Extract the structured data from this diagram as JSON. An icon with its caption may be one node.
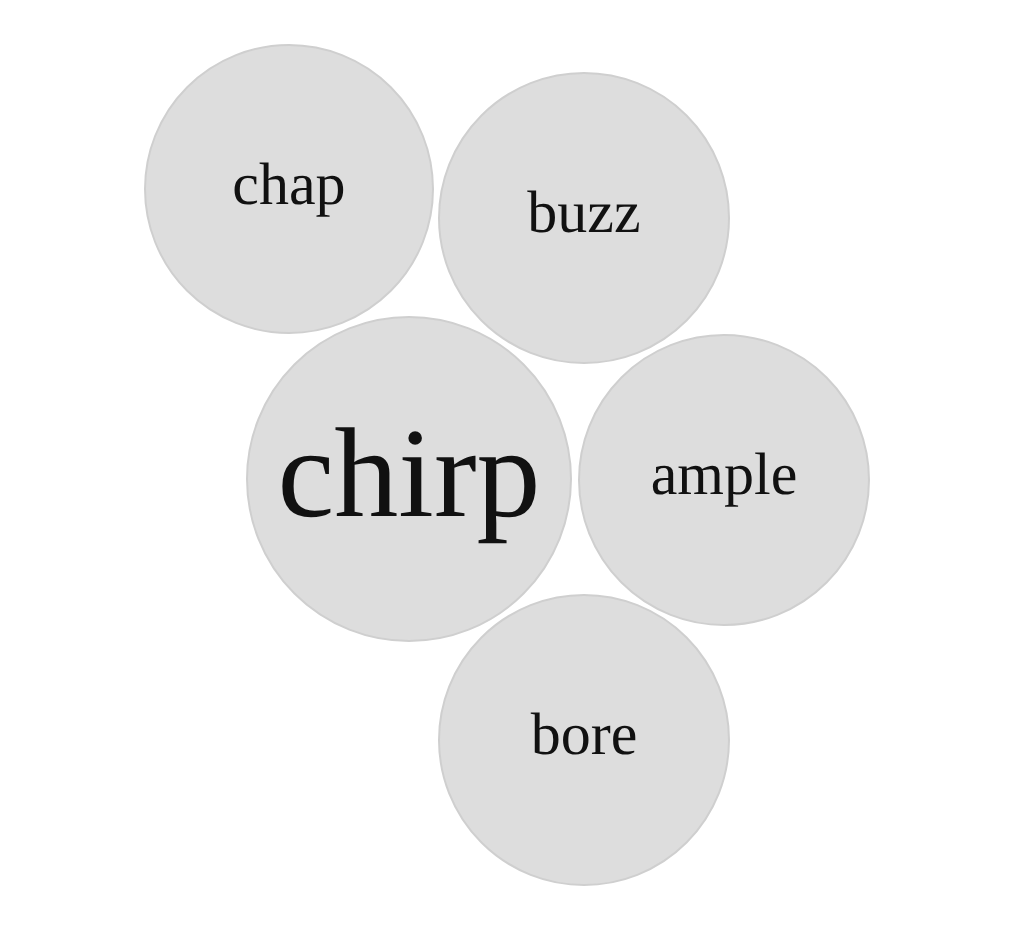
{
  "diagram": {
    "nodes": [
      {
        "text": [
          "chap"
        ]
      },
      {
        "text": [
          "buzz"
        ]
      },
      {
        "text": [
          "chirp"
        ]
      },
      {
        "text": [
          "ample"
        ]
      },
      {
        "text": [
          "bore"
        ]
      }
    ],
    "edges": []
  }
}
